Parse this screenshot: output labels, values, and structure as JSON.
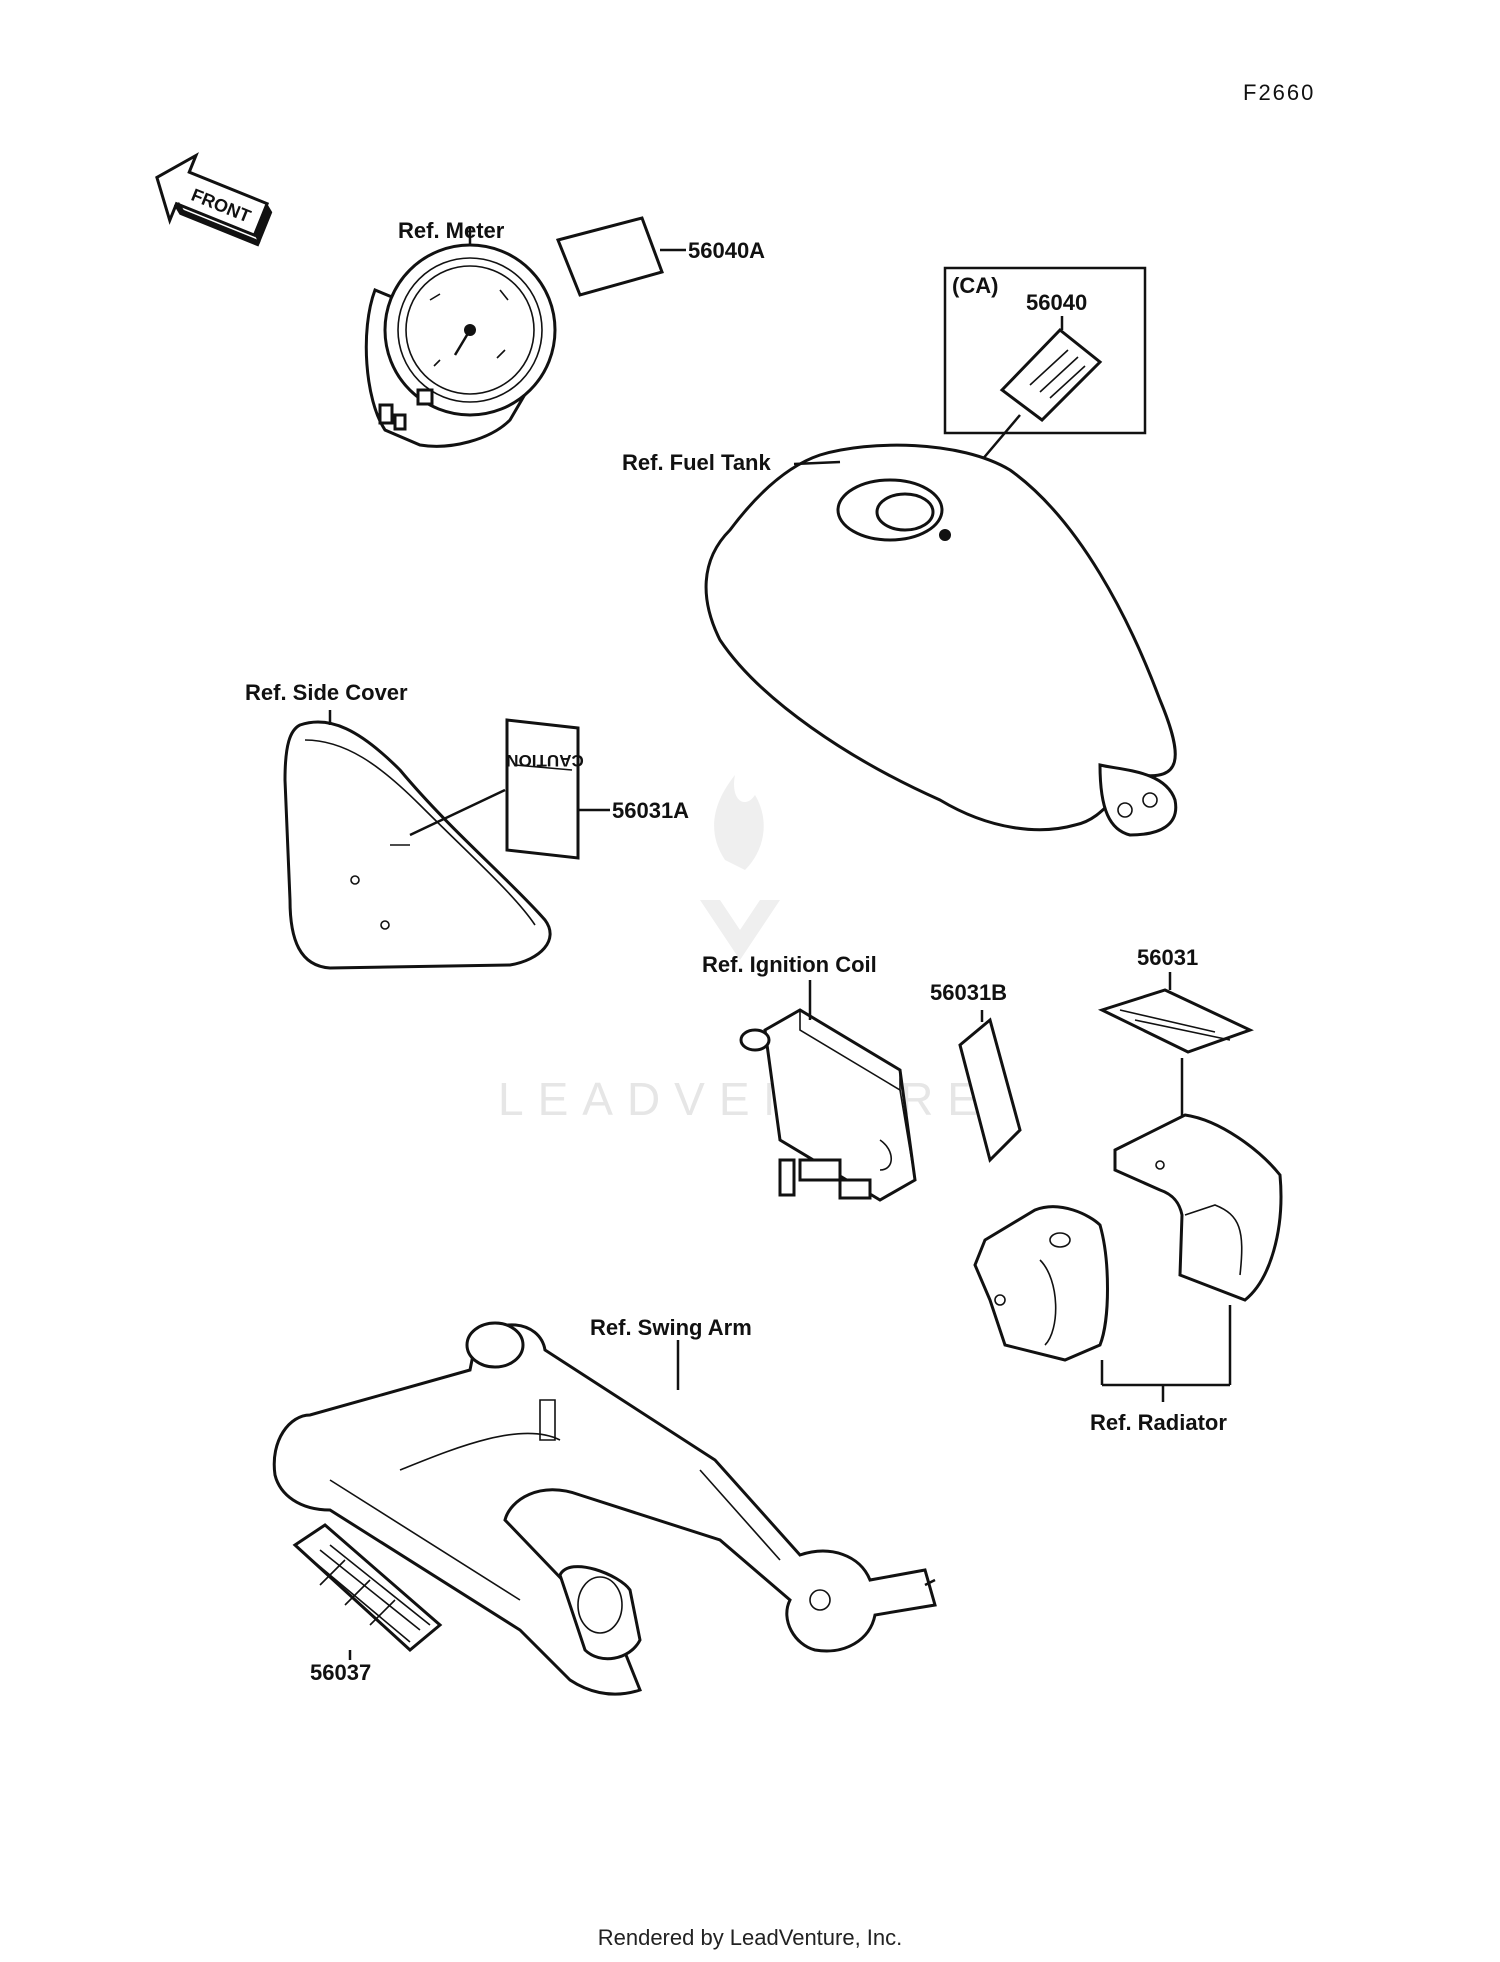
{
  "figure_id": "F2660",
  "front_arrow_text": "FRONT",
  "labels": {
    "ref_meter": "Ref. Meter",
    "part_56040A": "56040A",
    "ca_tag": "(CA)",
    "part_56040": "56040",
    "ref_fuel_tank": "Ref. Fuel Tank",
    "ref_side_cover": "Ref. Side Cover",
    "caution_text": "CAUTION",
    "part_56031A": "56031A",
    "ref_ignition_coil": "Ref. Ignition Coil",
    "part_56031B": "56031B",
    "part_56031": "56031",
    "ref_swing_arm": "Ref. Swing Arm",
    "ref_radiator": "Ref. Radiator",
    "part_56037": "56037"
  },
  "watermark": "LEADVENTURE",
  "footer": "Rendered by LeadVenture, Inc."
}
